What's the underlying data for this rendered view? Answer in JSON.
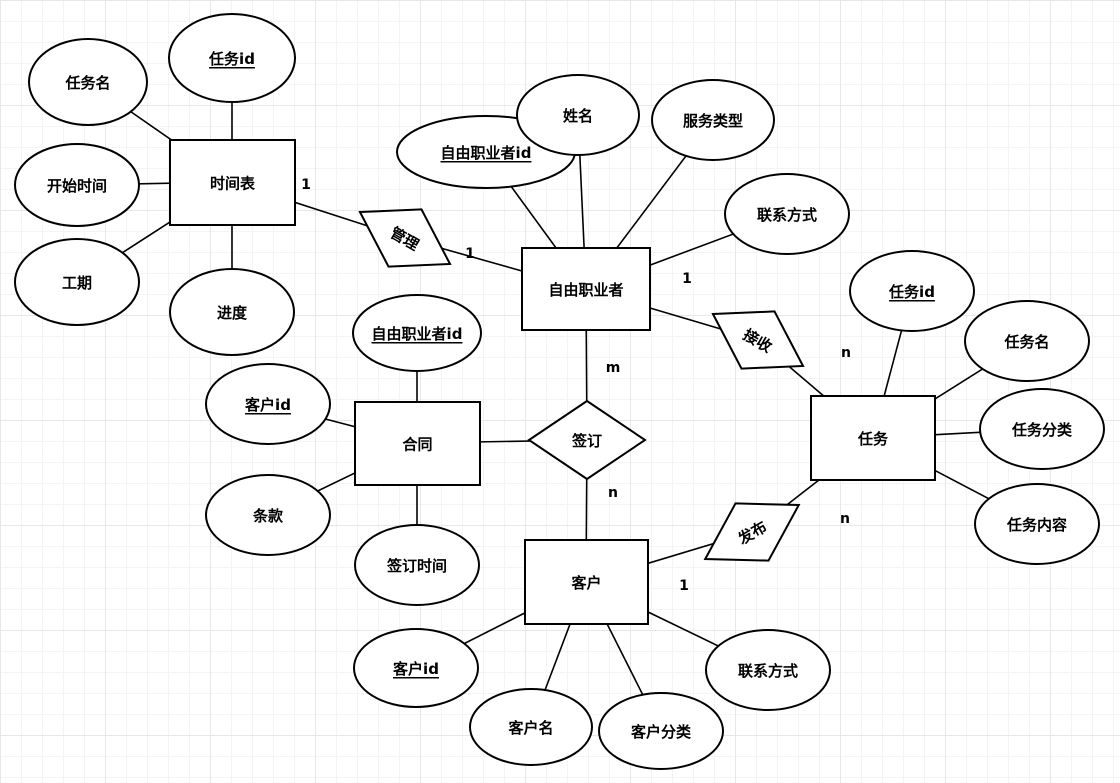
{
  "diagram": {
    "type": "entity-relationship",
    "colors": {
      "shape_fill": "#ffffff",
      "shape_stroke": "#000000",
      "text": "#000000",
      "background": "#ffffff",
      "grid_minor": "#f4f4f4",
      "grid_major": "#e7e7e7"
    },
    "entities": [
      {
        "label": "时间表"
      },
      {
        "label": "自由职业者"
      },
      {
        "label": "合同"
      },
      {
        "label": "任务"
      },
      {
        "label": "客户"
      }
    ],
    "relationships": [
      {
        "label": "管理",
        "connects": [
          {
            "entity": "时间表",
            "cardinality": "1"
          },
          {
            "entity": "自由职业者",
            "cardinality": "1"
          }
        ]
      },
      {
        "label": "接收",
        "connects": [
          {
            "entity": "自由职业者",
            "cardinality": "1"
          },
          {
            "entity": "任务",
            "cardinality": "n"
          }
        ]
      },
      {
        "label": "签订",
        "connects": [
          {
            "entity": "自由职业者",
            "cardinality": "m"
          },
          {
            "entity": "客户",
            "cardinality": "n"
          },
          {
            "entity": "合同",
            "cardinality": ""
          }
        ]
      },
      {
        "label": "发布",
        "connects": [
          {
            "entity": "客户",
            "cardinality": "1"
          },
          {
            "entity": "任务",
            "cardinality": "n"
          }
        ]
      }
    ],
    "attributes": [
      {
        "label": "任务名",
        "entity": "时间表",
        "primary_key": false
      },
      {
        "label": "任务id",
        "entity": "时间表",
        "primary_key": true
      },
      {
        "label": "开始时间",
        "entity": "时间表",
        "primary_key": false
      },
      {
        "label": "工期",
        "entity": "时间表",
        "primary_key": false
      },
      {
        "label": "进度",
        "entity": "时间表",
        "primary_key": false
      },
      {
        "label": "自由职业者id",
        "entity": "自由职业者",
        "primary_key": true
      },
      {
        "label": "姓名",
        "entity": "自由职业者",
        "primary_key": false
      },
      {
        "label": "服务类型",
        "entity": "自由职业者",
        "primary_key": false
      },
      {
        "label": "联系方式",
        "entity": "自由职业者",
        "primary_key": false
      },
      {
        "label": "自由职业者id",
        "entity": "合同",
        "primary_key": true
      },
      {
        "label": "客户id",
        "entity": "合同",
        "primary_key": true
      },
      {
        "label": "条款",
        "entity": "合同",
        "primary_key": false
      },
      {
        "label": "签订时间",
        "entity": "合同",
        "primary_key": false
      },
      {
        "label": "任务id",
        "entity": "任务",
        "primary_key": true
      },
      {
        "label": "任务名",
        "entity": "任务",
        "primary_key": false
      },
      {
        "label": "任务分类",
        "entity": "任务",
        "primary_key": false
      },
      {
        "label": "任务内容",
        "entity": "任务",
        "primary_key": false
      },
      {
        "label": "客户id",
        "entity": "客户",
        "primary_key": true
      },
      {
        "label": "客户名",
        "entity": "客户",
        "primary_key": false
      },
      {
        "label": "客户分类",
        "entity": "客户",
        "primary_key": false
      },
      {
        "label": "联系方式",
        "entity": "客户",
        "primary_key": false
      }
    ],
    "cardinality_labels": [
      {
        "text": "1",
        "on": "时间表-管理"
      },
      {
        "text": "1",
        "on": "管理-自由职业者"
      },
      {
        "text": "1",
        "on": "自由职业者-接收"
      },
      {
        "text": "n",
        "on": "接收-任务"
      },
      {
        "text": "m",
        "on": "自由职业者-签订"
      },
      {
        "text": "n",
        "on": "签订-客户"
      },
      {
        "text": "1",
        "on": "客户-发布"
      },
      {
        "text": "n",
        "on": "发布-任务"
      }
    ]
  }
}
